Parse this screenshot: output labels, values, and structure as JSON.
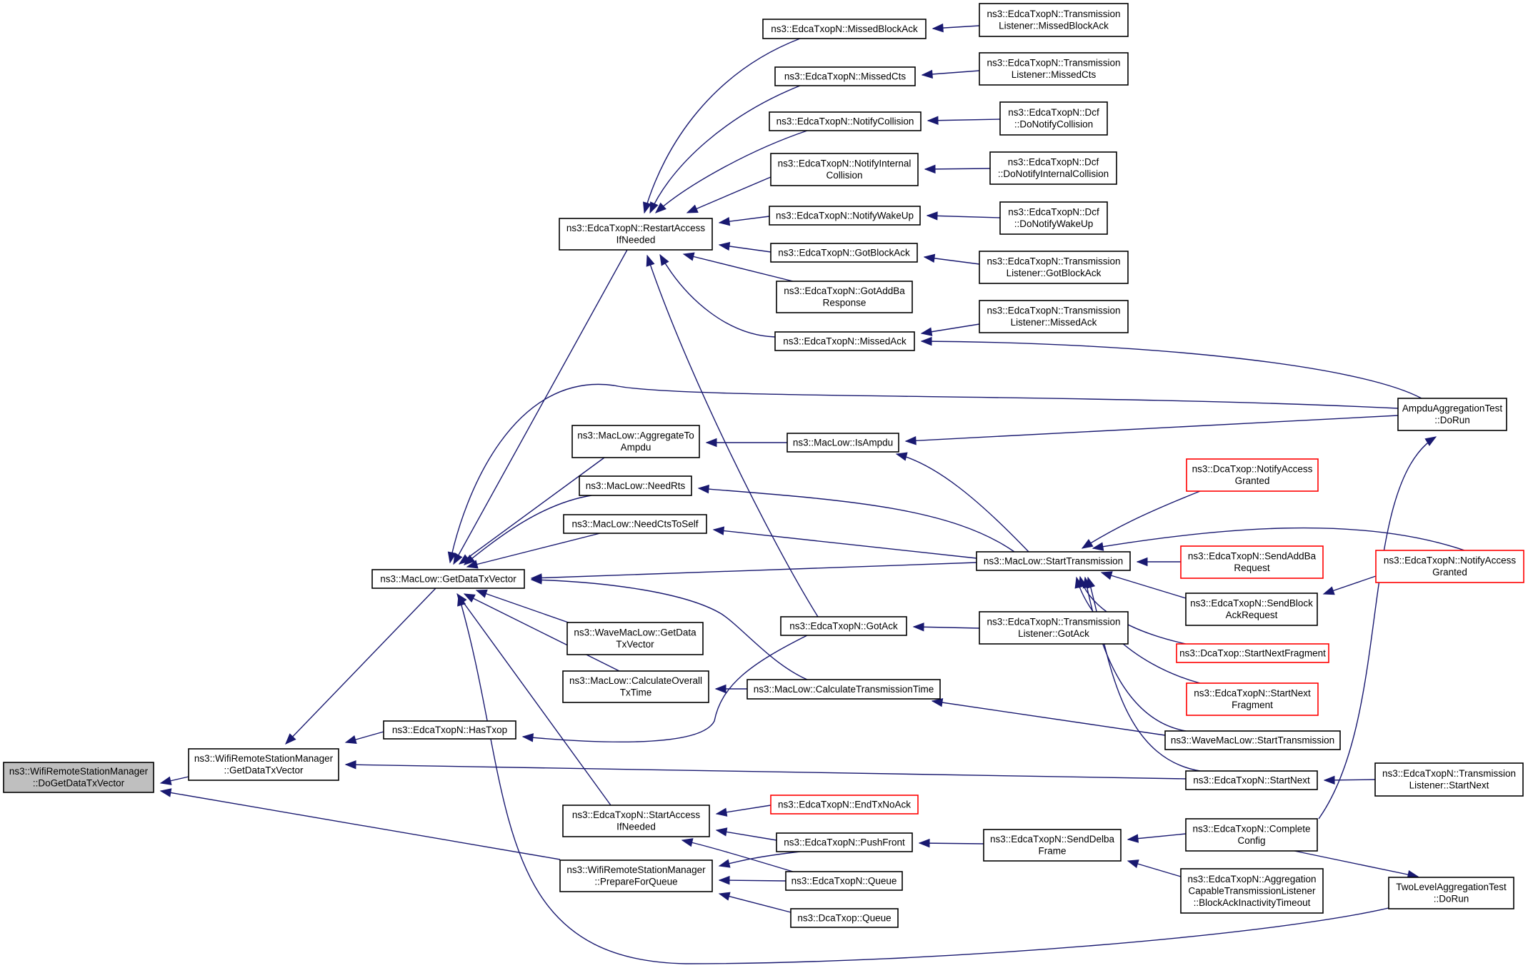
{
  "colors": {
    "edge": "#191970",
    "node_border": "#000000",
    "truncated_border": "#ff0000",
    "root_fill": "#bfbfbf",
    "background": "#ffffff"
  },
  "nodes": [
    {
      "id": "root",
      "lines": [
        "ns3::WifiRemoteStationManager",
        "::DoGetDataTxVector"
      ],
      "style": "root"
    },
    {
      "id": "getDataTxVectorMgr",
      "lines": [
        "ns3::WifiRemoteStationManager",
        "::GetDataTxVector"
      ]
    },
    {
      "id": "prepareForQueue",
      "lines": [
        "ns3::WifiRemoteStationManager",
        "::PrepareForQueue"
      ]
    },
    {
      "id": "macLowGetDataTxVector",
      "lines": [
        "ns3::MacLow::GetDataTxVector"
      ]
    },
    {
      "id": "hasTxop",
      "lines": [
        "ns3::EdcaTxopN::HasTxop"
      ]
    },
    {
      "id": "restartAccess",
      "lines": [
        "ns3::EdcaTxopN::RestartAccess",
        "IfNeeded"
      ]
    },
    {
      "id": "aggregateToAmpdu",
      "lines": [
        "ns3::MacLow::AggregateTo",
        "Ampdu"
      ]
    },
    {
      "id": "needRts",
      "lines": [
        "ns3::MacLow::NeedRts"
      ]
    },
    {
      "id": "needCtsToSelf",
      "lines": [
        "ns3::MacLow::NeedCtsToSelf"
      ]
    },
    {
      "id": "waveGetData",
      "lines": [
        "ns3::WaveMacLow::GetData",
        "TxVector"
      ]
    },
    {
      "id": "calcOverall",
      "lines": [
        "ns3::MacLow::CalculateOverall",
        "TxTime"
      ]
    },
    {
      "id": "startAccess",
      "lines": [
        "ns3::EdcaTxopN::StartAccess",
        "IfNeeded"
      ]
    },
    {
      "id": "missedBlockAck",
      "lines": [
        "ns3::EdcaTxopN::MissedBlockAck"
      ]
    },
    {
      "id": "missedCts",
      "lines": [
        "ns3::EdcaTxopN::MissedCts"
      ]
    },
    {
      "id": "notifyCollision",
      "lines": [
        "ns3::EdcaTxopN::NotifyCollision"
      ]
    },
    {
      "id": "notifyInternalCollision",
      "lines": [
        "ns3::EdcaTxopN::NotifyInternal",
        "Collision"
      ]
    },
    {
      "id": "notifyWakeUp",
      "lines": [
        "ns3::EdcaTxopN::NotifyWakeUp"
      ]
    },
    {
      "id": "gotBlockAck",
      "lines": [
        "ns3::EdcaTxopN::GotBlockAck"
      ]
    },
    {
      "id": "gotAddBa",
      "lines": [
        "ns3::EdcaTxopN::GotAddBa",
        "Response"
      ]
    },
    {
      "id": "missedAck",
      "lines": [
        "ns3::EdcaTxopN::MissedAck"
      ]
    },
    {
      "id": "isAmpdu",
      "lines": [
        "ns3::MacLow::IsAmpdu"
      ]
    },
    {
      "id": "gotAck",
      "lines": [
        "ns3::EdcaTxopN::GotAck"
      ]
    },
    {
      "id": "calcTransTime",
      "lines": [
        "ns3::MacLow::CalculateTransmissionTime"
      ]
    },
    {
      "id": "endTxNoAck",
      "lines": [
        "ns3::EdcaTxopN::EndTxNoAck"
      ],
      "style": "truncated"
    },
    {
      "id": "pushFront",
      "lines": [
        "ns3::EdcaTxopN::PushFront"
      ]
    },
    {
      "id": "edcaQueue",
      "lines": [
        "ns3::EdcaTxopN::Queue"
      ]
    },
    {
      "id": "dcaQueue",
      "lines": [
        "ns3::DcaTxop::Queue"
      ]
    },
    {
      "id": "tlMissedBlockAck",
      "lines": [
        "ns3::EdcaTxopN::Transmission",
        "Listener::MissedBlockAck"
      ]
    },
    {
      "id": "tlMissedCts",
      "lines": [
        "ns3::EdcaTxopN::Transmission",
        "Listener::MissedCts"
      ]
    },
    {
      "id": "dcfDoNotifyCollision",
      "lines": [
        "ns3::EdcaTxopN::Dcf",
        "::DoNotifyCollision"
      ]
    },
    {
      "id": "dcfDoNotifyInternal",
      "lines": [
        "ns3::EdcaTxopN::Dcf",
        "::DoNotifyInternalCollision"
      ]
    },
    {
      "id": "dcfDoNotifyWakeUp",
      "lines": [
        "ns3::EdcaTxopN::Dcf",
        "::DoNotifyWakeUp"
      ]
    },
    {
      "id": "tlGotBlockAck",
      "lines": [
        "ns3::EdcaTxopN::Transmission",
        "Listener::GotBlockAck"
      ]
    },
    {
      "id": "tlMissedAck",
      "lines": [
        "ns3::EdcaTxopN::Transmission",
        "Listener::MissedAck"
      ]
    },
    {
      "id": "startTransmission",
      "lines": [
        "ns3::MacLow::StartTransmission"
      ]
    },
    {
      "id": "tlGotAck",
      "lines": [
        "ns3::EdcaTxopN::Transmission",
        "Listener::GotAck"
      ]
    },
    {
      "id": "sendDelba",
      "lines": [
        "ns3::EdcaTxopN::SendDelba",
        "Frame"
      ]
    },
    {
      "id": "dcaNotifyAccess",
      "lines": [
        "ns3::DcaTxop::NotifyAccess",
        "Granted"
      ],
      "style": "truncated"
    },
    {
      "id": "sendAddBa",
      "lines": [
        "ns3::EdcaTxopN::SendAddBa",
        "Request"
      ],
      "style": "truncated"
    },
    {
      "id": "sendBlockAckReq",
      "lines": [
        "ns3::EdcaTxopN::SendBlock",
        "AckRequest"
      ]
    },
    {
      "id": "dcaStartNextFrag",
      "lines": [
        "ns3::DcaTxop::StartNextFragment"
      ],
      "style": "truncated"
    },
    {
      "id": "edcaStartNextFrag",
      "lines": [
        "ns3::EdcaTxopN::StartNext",
        "Fragment"
      ],
      "style": "truncated"
    },
    {
      "id": "waveStartTrans",
      "lines": [
        "ns3::WaveMacLow::StartTransmission"
      ]
    },
    {
      "id": "startNext",
      "lines": [
        "ns3::EdcaTxopN::StartNext"
      ]
    },
    {
      "id": "completeConfig",
      "lines": [
        "ns3::EdcaTxopN::Complete",
        "Config"
      ]
    },
    {
      "id": "blockAckInactivity",
      "lines": [
        "ns3::EdcaTxopN::Aggregation",
        "CapableTransmissionListener",
        "::BlockAckInactivityTimeout"
      ]
    },
    {
      "id": "ampduTest",
      "lines": [
        "AmpduAggregationTest",
        "::DoRun"
      ]
    },
    {
      "id": "edcaNotifyAccess",
      "lines": [
        "ns3::EdcaTxopN::NotifyAccess",
        "Granted"
      ],
      "style": "truncated"
    },
    {
      "id": "tlStartNext",
      "lines": [
        "ns3::EdcaTxopN::Transmission",
        "Listener::StartNext"
      ]
    },
    {
      "id": "twoLevelTest",
      "lines": [
        "TwoLevelAggregationTest",
        "::DoRun"
      ]
    }
  ],
  "edges": [
    {
      "from": "getDataTxVectorMgr",
      "to": "root"
    },
    {
      "from": "prepareForQueue",
      "to": "root"
    },
    {
      "from": "macLowGetDataTxVector",
      "to": "getDataTxVectorMgr"
    },
    {
      "from": "hasTxop",
      "to": "getDataTxVectorMgr"
    },
    {
      "from": "startNext",
      "to": "getDataTxVectorMgr"
    },
    {
      "from": "restartAccess",
      "to": "macLowGetDataTxVector"
    },
    {
      "from": "aggregateToAmpdu",
      "to": "macLowGetDataTxVector"
    },
    {
      "from": "needRts",
      "to": "macLowGetDataTxVector"
    },
    {
      "from": "needCtsToSelf",
      "to": "macLowGetDataTxVector"
    },
    {
      "from": "waveGetData",
      "to": "macLowGetDataTxVector"
    },
    {
      "from": "calcOverall",
      "to": "macLowGetDataTxVector"
    },
    {
      "from": "startAccess",
      "to": "macLowGetDataTxVector"
    },
    {
      "from": "startTransmission",
      "to": "macLowGetDataTxVector"
    },
    {
      "from": "calcTransTime",
      "to": "macLowGetDataTxVector"
    },
    {
      "from": "ampduTest",
      "to": "macLowGetDataTxVector"
    },
    {
      "from": "twoLevelTest",
      "to": "macLowGetDataTxVector"
    },
    {
      "from": "gotAck",
      "to": "hasTxop"
    },
    {
      "from": "missedBlockAck",
      "to": "restartAccess"
    },
    {
      "from": "missedCts",
      "to": "restartAccess"
    },
    {
      "from": "notifyCollision",
      "to": "restartAccess"
    },
    {
      "from": "notifyInternalCollision",
      "to": "restartAccess"
    },
    {
      "from": "notifyWakeUp",
      "to": "restartAccess"
    },
    {
      "from": "gotBlockAck",
      "to": "restartAccess"
    },
    {
      "from": "gotAddBa",
      "to": "restartAccess"
    },
    {
      "from": "missedAck",
      "to": "restartAccess"
    },
    {
      "from": "gotAck",
      "to": "restartAccess"
    },
    {
      "from": "tlMissedBlockAck",
      "to": "missedBlockAck"
    },
    {
      "from": "tlMissedCts",
      "to": "missedCts"
    },
    {
      "from": "dcfDoNotifyCollision",
      "to": "notifyCollision"
    },
    {
      "from": "dcfDoNotifyInternal",
      "to": "notifyInternalCollision"
    },
    {
      "from": "dcfDoNotifyWakeUp",
      "to": "notifyWakeUp"
    },
    {
      "from": "tlGotBlockAck",
      "to": "gotBlockAck"
    },
    {
      "from": "tlMissedAck",
      "to": "missedAck"
    },
    {
      "from": "ampduTest",
      "to": "missedAck"
    },
    {
      "from": "isAmpdu",
      "to": "aggregateToAmpdu"
    },
    {
      "from": "ampduTest",
      "to": "isAmpdu"
    },
    {
      "from": "startTransmission",
      "to": "isAmpdu"
    },
    {
      "from": "startTransmission",
      "to": "needRts"
    },
    {
      "from": "startTransmission",
      "to": "needCtsToSelf"
    },
    {
      "from": "calcTransTime",
      "to": "calcOverall"
    },
    {
      "from": "waveStartTrans",
      "to": "calcTransTime"
    },
    {
      "from": "tlGotAck",
      "to": "gotAck"
    },
    {
      "from": "endTxNoAck",
      "to": "startAccess"
    },
    {
      "from": "pushFront",
      "to": "startAccess"
    },
    {
      "from": "edcaQueue",
      "to": "startAccess"
    },
    {
      "from": "pushFront",
      "to": "prepareForQueue"
    },
    {
      "from": "edcaQueue",
      "to": "prepareForQueue"
    },
    {
      "from": "dcaQueue",
      "to": "prepareForQueue"
    },
    {
      "from": "sendDelba",
      "to": "pushFront"
    },
    {
      "from": "dcaNotifyAccess",
      "to": "startTransmission"
    },
    {
      "from": "sendAddBa",
      "to": "startTransmission"
    },
    {
      "from": "sendBlockAckReq",
      "to": "startTransmission"
    },
    {
      "from": "dcaStartNextFrag",
      "to": "startTransmission"
    },
    {
      "from": "edcaStartNextFrag",
      "to": "startTransmission"
    },
    {
      "from": "waveStartTrans",
      "to": "startTransmission"
    },
    {
      "from": "startNext",
      "to": "startTransmission"
    },
    {
      "from": "edcaNotifyAccess",
      "to": "startTransmission"
    },
    {
      "from": "edcaNotifyAccess",
      "to": "sendBlockAckReq"
    },
    {
      "from": "completeConfig",
      "to": "sendDelba"
    },
    {
      "from": "blockAckInactivity",
      "to": "sendDelba"
    },
    {
      "from": "tlStartNext",
      "to": "startNext"
    },
    {
      "from": "completeConfig",
      "to": "ampduTest"
    },
    {
      "from": "completeConfig",
      "to": "twoLevelTest"
    }
  ]
}
